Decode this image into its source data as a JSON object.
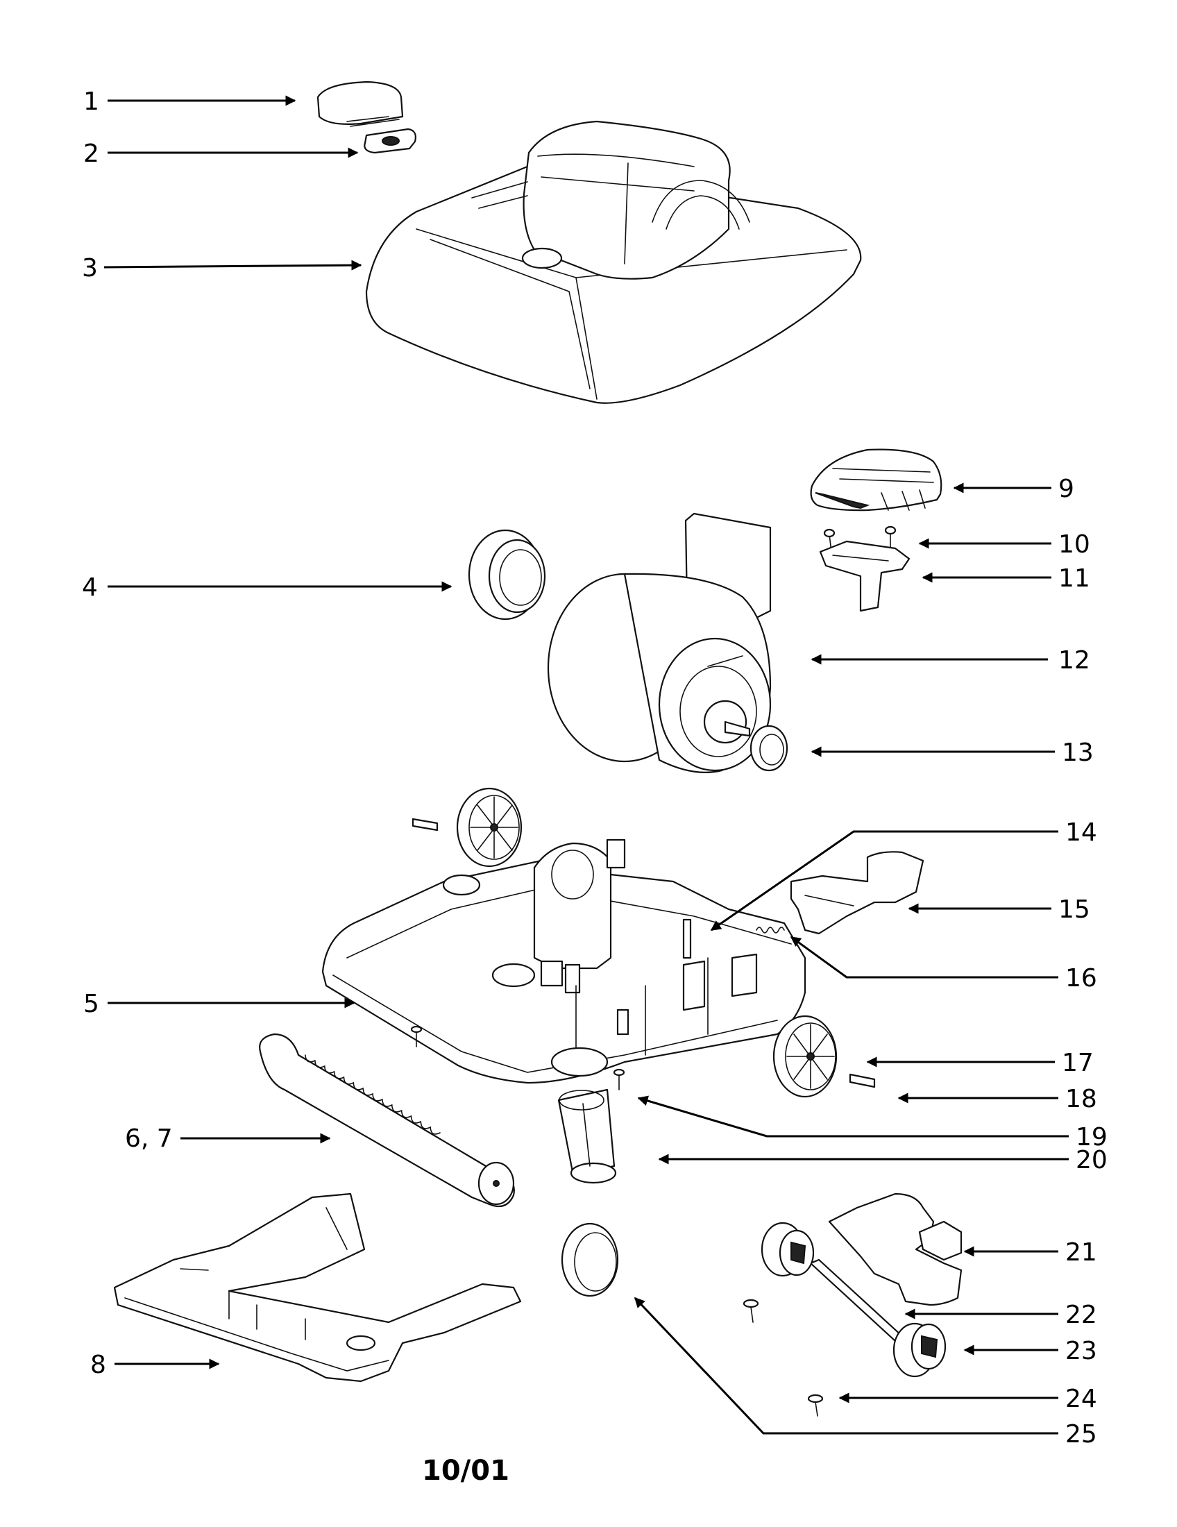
{
  "date_code": "10/01",
  "callouts": [
    {
      "label": "1"
    },
    {
      "label": "2"
    },
    {
      "label": "3"
    },
    {
      "label": "4"
    },
    {
      "label": "5"
    },
    {
      "label": "6, 7"
    },
    {
      "label": "8"
    },
    {
      "label": "9"
    },
    {
      "label": "10"
    },
    {
      "label": "11"
    },
    {
      "label": "12"
    },
    {
      "label": "13"
    },
    {
      "label": "14"
    },
    {
      "label": "15"
    },
    {
      "label": "16"
    },
    {
      "label": "17"
    },
    {
      "label": "18"
    },
    {
      "label": "19"
    },
    {
      "label": "20"
    },
    {
      "label": "21"
    },
    {
      "label": "22"
    },
    {
      "label": "23"
    },
    {
      "label": "24"
    },
    {
      "label": "25"
    }
  ]
}
